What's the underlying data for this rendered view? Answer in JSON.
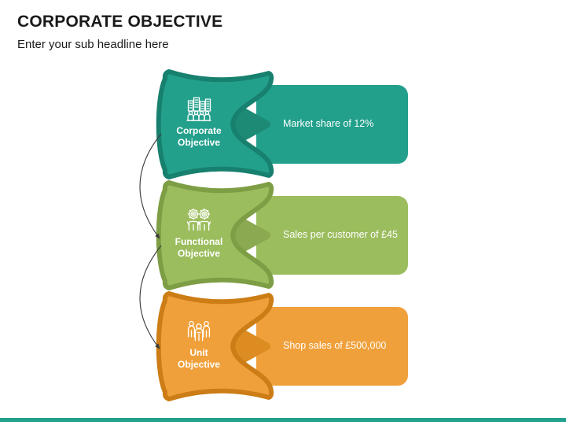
{
  "header": {
    "title": "CORPORATE OBJECTIVE",
    "subtitle": "Enter your sub headline here"
  },
  "theme": {
    "title_color": "#1a1a1a",
    "bottom_bar_color": "#21a08c",
    "background": "#ffffff",
    "connector_color": "#3a3a3a"
  },
  "diagram": {
    "type": "objective-cascade",
    "connector_count": 2,
    "rows": [
      {
        "id": "corporate",
        "label_line1": "Corporate",
        "label_line2": "Objective",
        "value": "Market share of 12%",
        "icon": "city-buildings-people-icon",
        "fill": "#23a08c",
        "border": "#17806e",
        "notch": "#1c8a75",
        "panel": "#23a08c"
      },
      {
        "id": "functional",
        "label_line1": "Functional",
        "label_line2": "Objective",
        "value": "Sales per customer of £45",
        "icon": "gear-head-people-icon",
        "fill": "#9cbd5e",
        "border": "#7d9e44",
        "notch": "#8aa950",
        "panel": "#9cbd5e"
      },
      {
        "id": "unit",
        "label_line1": "Unit",
        "label_line2": "Objective",
        "value": "Shop sales of £500,000",
        "icon": "group-of-people-icon",
        "fill": "#f0a03a",
        "border": "#cc7d15",
        "notch": "#dc8c20",
        "panel": "#f0a03a"
      }
    ]
  }
}
